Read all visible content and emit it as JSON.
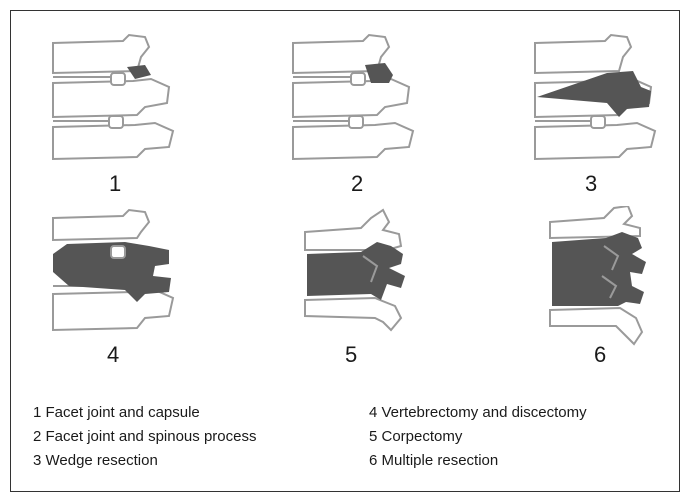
{
  "figure": {
    "panels": [
      {
        "number": "1",
        "resection": "facet joint and capsule"
      },
      {
        "number": "2",
        "resection": "facet joint and spinous process"
      },
      {
        "number": "3",
        "resection": "wedge resection"
      },
      {
        "number": "4",
        "resection": "vertebrectomy and discectomy"
      },
      {
        "number": "5",
        "resection": "corpectomy"
      },
      {
        "number": "6",
        "resection": "multiple resection"
      }
    ],
    "colors": {
      "bone_outline": "#9a9a9a",
      "resected": "#555555",
      "frame": "#333333"
    },
    "legend": {
      "left": [
        "1 Facet joint and capsule",
        "2 Facet joint and spinous process",
        "3 Wedge resection"
      ],
      "right": [
        "4 Vertebrectomy and discectomy",
        "5 Corpectomy",
        "6 Multiple resection"
      ]
    }
  }
}
